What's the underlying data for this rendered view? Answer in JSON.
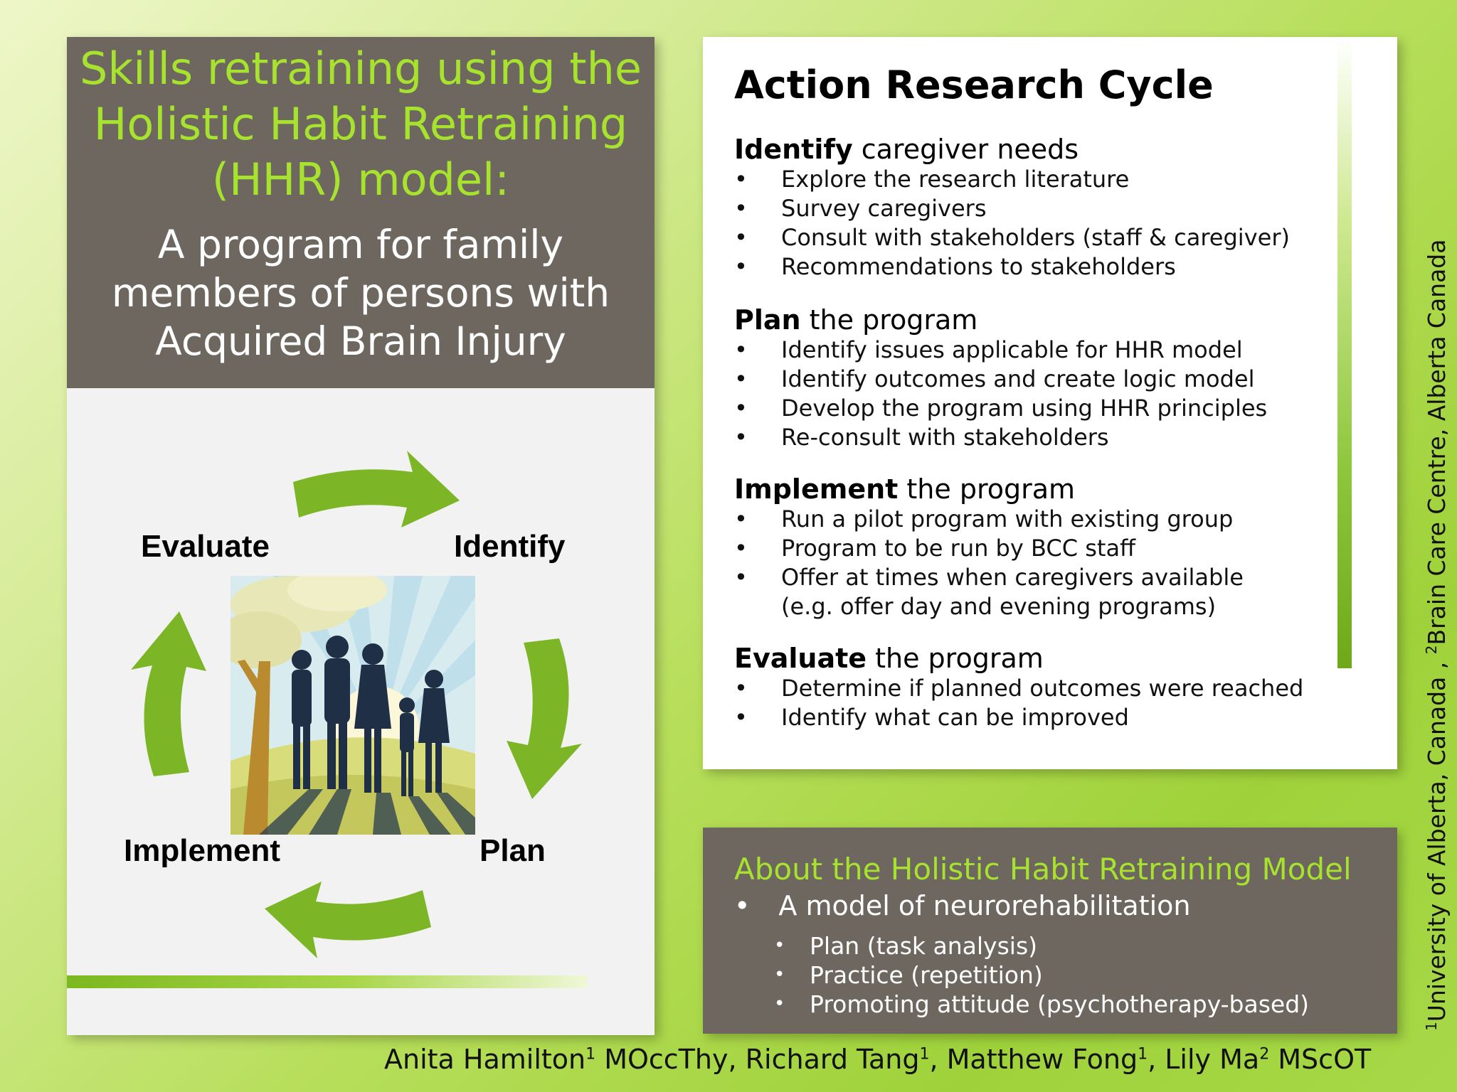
{
  "title": "Skills retraining using the Holistic Habit Retraining (HHR) model:",
  "title_lines": [
    "Skills retraining using the",
    "Holistic Habit Retraining",
    "(HHR) model:"
  ],
  "subtitle_lines": [
    "A program for family",
    "members of persons with",
    "Acquired Brain Injury"
  ],
  "cycle": {
    "labels": {
      "identify": "Identify",
      "plan": "Plan",
      "implement": "Implement",
      "evaluate": "Evaluate"
    },
    "image": "family-silhouette-illustration",
    "arrow_color": "#7cb627"
  },
  "action_research": {
    "title": "Action Research Cycle",
    "sections": [
      {
        "bold": "Identify",
        "rest": " caregiver needs",
        "items": [
          "Explore the research literature",
          "Survey caregivers",
          "Consult with stakeholders (staff & caregiver)",
          "Recommendations to stakeholders"
        ]
      },
      {
        "bold": "Plan",
        "rest": " the program",
        "items": [
          "Identify issues applicable for HHR model",
          "Identify outcomes and create logic model",
          "Develop the program using HHR principles",
          "Re-consult with stakeholders"
        ]
      },
      {
        "bold": "Implement",
        "rest": " the program",
        "items": [
          "Run a pilot program with existing group",
          "Program to be run by BCC staff",
          "Offer at times when caregivers available",
          "(e.g. offer day and evening programs)"
        ]
      },
      {
        "bold": "Evaluate",
        "rest": " the program",
        "items": [
          "Determine if planned outcomes were reached",
          "Identify what can be improved"
        ]
      }
    ]
  },
  "about": {
    "title": "About the Holistic Habit Retraining Model",
    "main": "A model of neurorehabilitation",
    "sub": [
      "Plan (task analysis)",
      "Practice (repetition)",
      "Promoting attitude (psychotherapy-based)"
    ]
  },
  "authors": {
    "a1": "Anita Hamilton",
    "a1_sup": "1",
    "a1_cred": " MOccThy, ",
    "a2": "Richard Tang",
    "a2_sup": "1",
    "a2_sep": ", ",
    "a3": "Matthew Fong",
    "a3_sup": "1",
    "a3_sep": ", ",
    "a4": "Lily Ma",
    "a4_sup": "2",
    "a4_cred": " MScOT"
  },
  "affiliations": {
    "s1": "1",
    "t1": "University of Alberta, Canada , ",
    "s2": "2",
    "t2": "Brain Care Centre, Alberta Canada"
  },
  "colors": {
    "panel_dark": "#6e675f",
    "accent_green": "#a6e22e",
    "arrow_green": "#7cb627"
  }
}
